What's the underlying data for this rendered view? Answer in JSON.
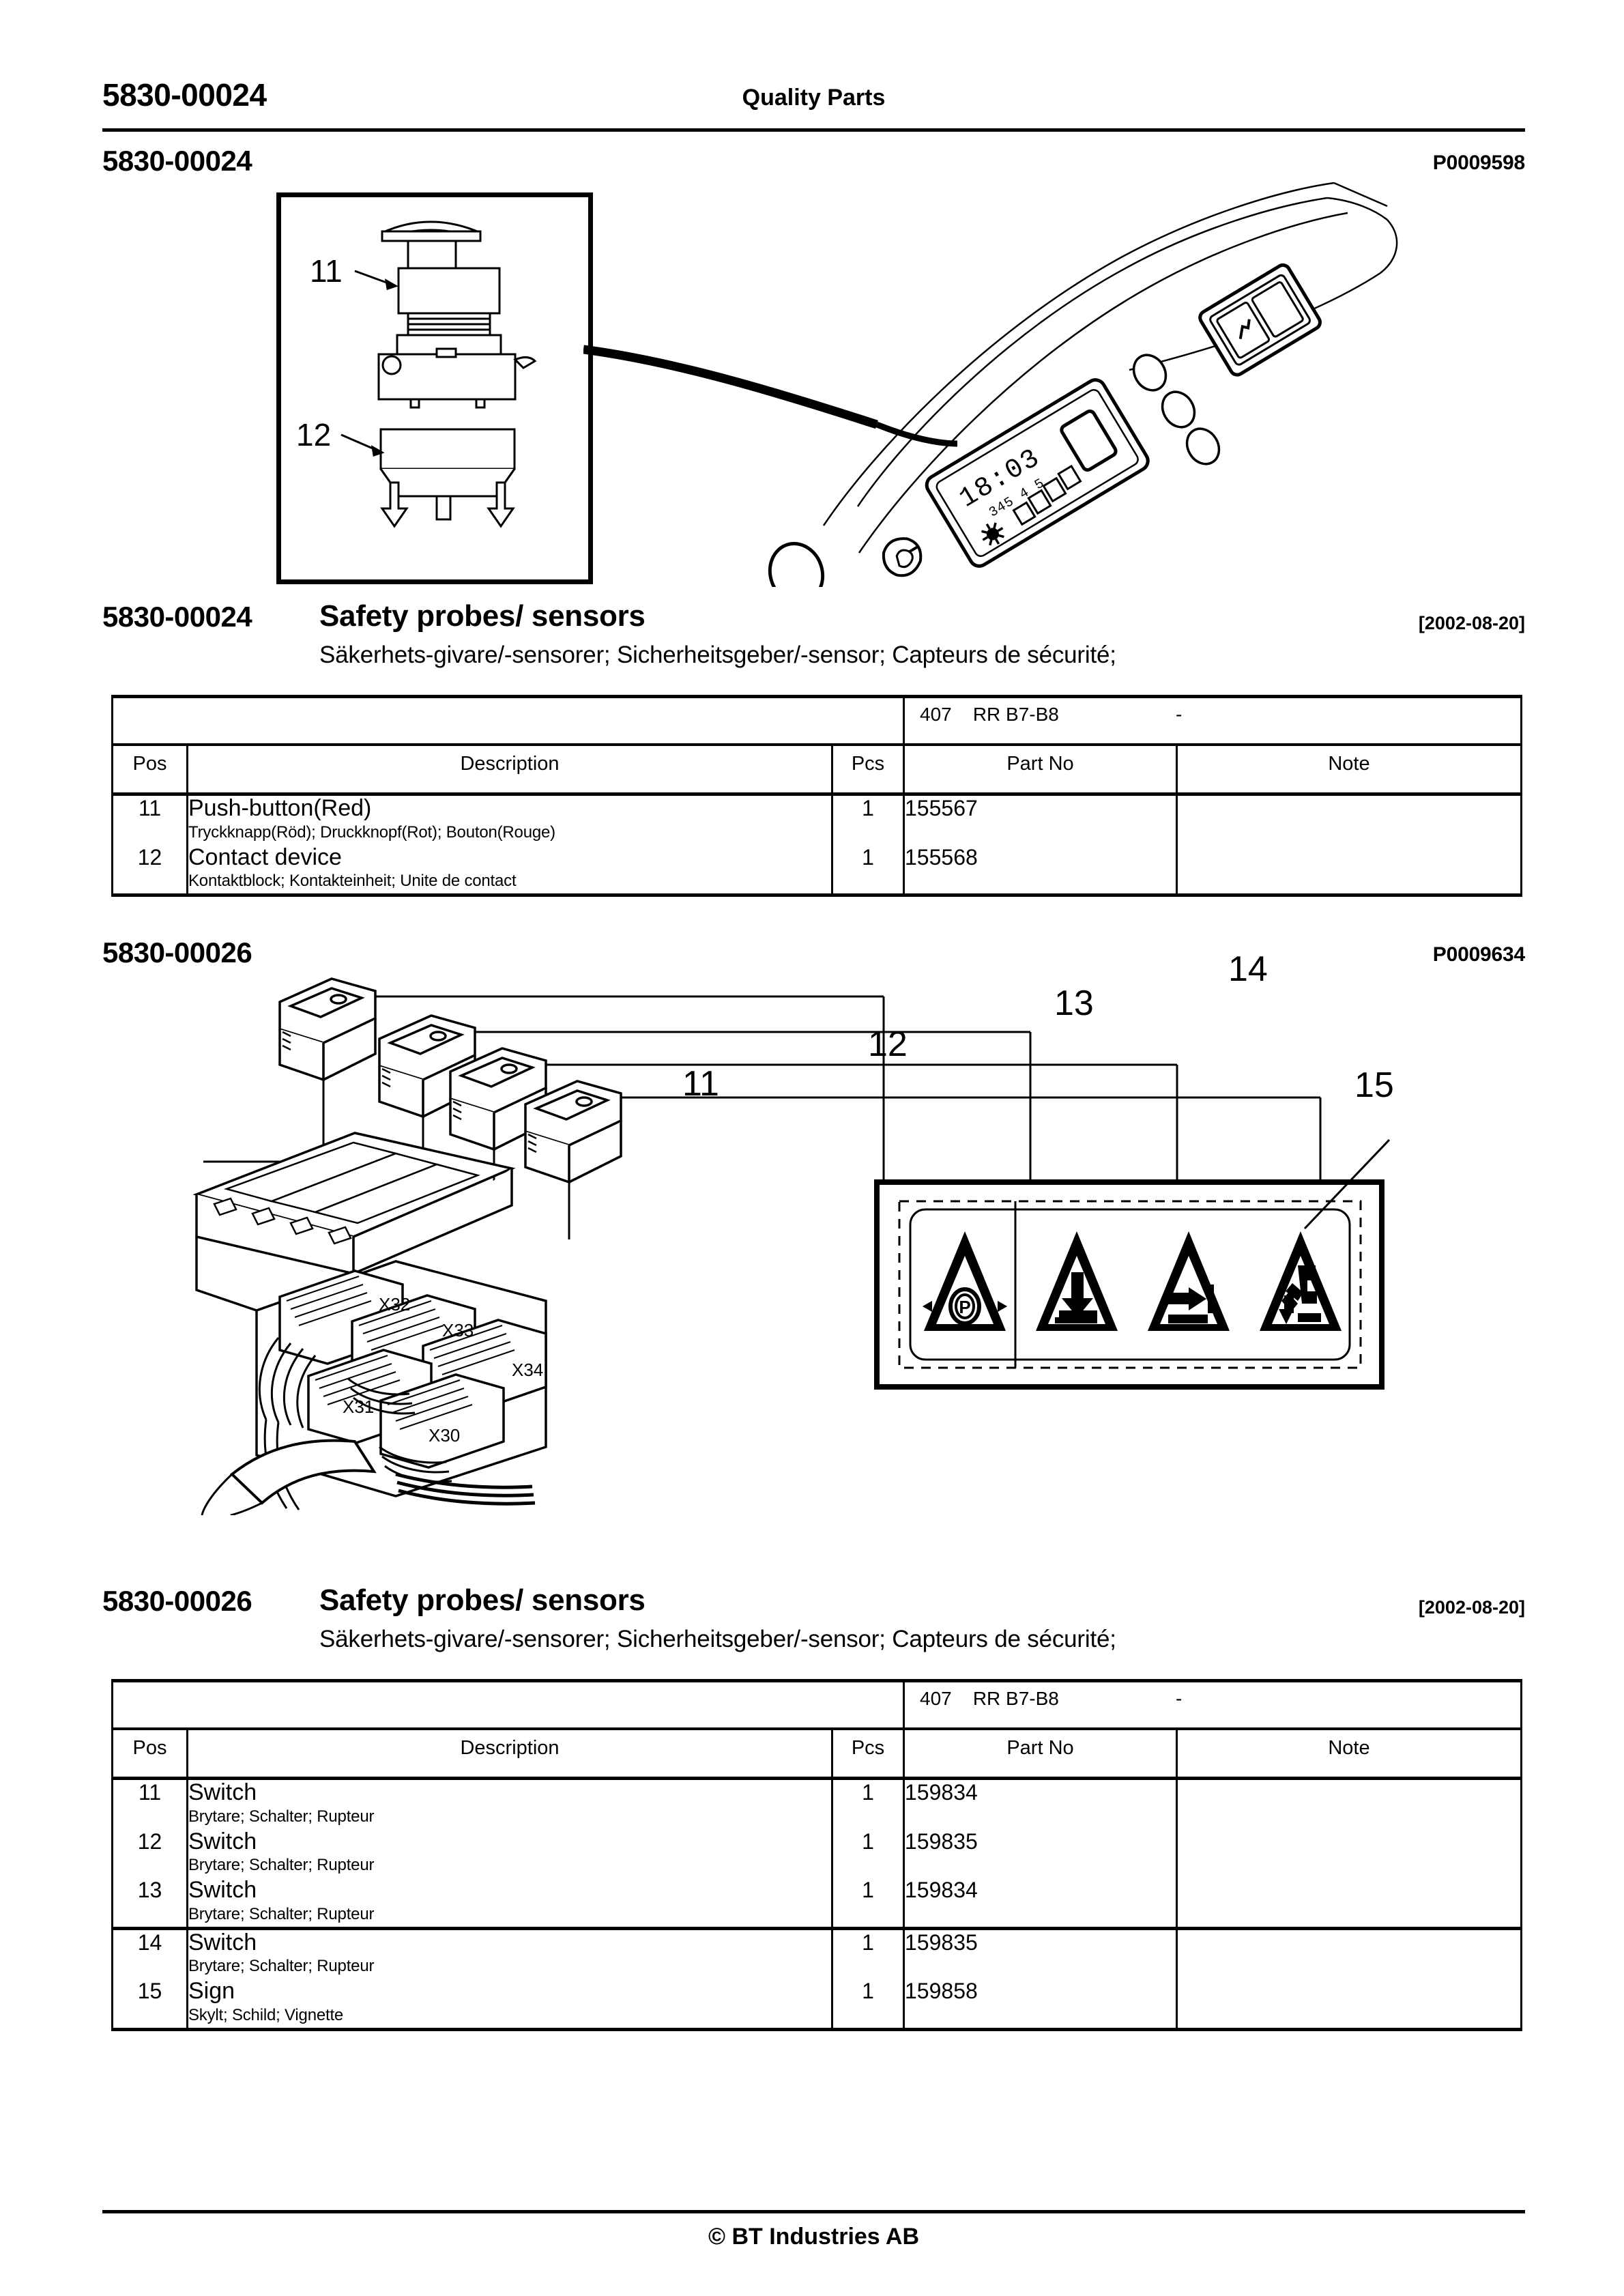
{
  "runhead": {
    "left_code": "5830-00024",
    "center_title": "Quality Parts"
  },
  "footer": {
    "copyright": "© BT Industries AB"
  },
  "sections": [
    {
      "id": "sec-5830-00024",
      "section_code": "5830-00024",
      "figure_ref": "P0009598",
      "title_code": "5830-00024",
      "title_main": "Safety probes/ sensors",
      "title_date": "[2002-08-20]",
      "title_sub": "Säkerhets-givare/-sensorer; Sicherheitsgeber/-sensor; Capteurs de sécurité;",
      "model_header": "407    RR B7-B8                      -",
      "columns": [
        "Pos",
        "Description",
        "Pcs",
        "Part No",
        "Note"
      ],
      "rows": [
        {
          "pos": "11",
          "desc_en": "Push-button(Red)",
          "desc_multi": "Tryckknapp(Röd); Druckknopf(Rot); Bouton(Rouge)",
          "pcs": "1",
          "part_no": "155567",
          "note": ""
        },
        {
          "pos": "12",
          "desc_en": "Contact device",
          "desc_multi": "Kontaktblock; Kontakteinheit; Unite de contact",
          "pcs": "1",
          "part_no": "155568",
          "note": ""
        }
      ],
      "illustration": {
        "callouts": [
          "11",
          "12"
        ],
        "display_time": "18:03",
        "parts_depicted": [
          "mushroom push-button",
          "contact block",
          "dashboard control panel"
        ]
      }
    },
    {
      "id": "sec-5830-00026",
      "section_code": "5830-00026",
      "figure_ref": "P0009634",
      "title_code": "5830-00026",
      "title_main": "Safety probes/ sensors",
      "title_date": "[2002-08-20]",
      "title_sub": "Säkerhets-givare/-sensorer; Sicherheitsgeber/-sensor; Capteurs de sécurité;",
      "model_header": "407    RR B7-B8                      -",
      "columns": [
        "Pos",
        "Description",
        "Pcs",
        "Part No",
        "Note"
      ],
      "rows": [
        {
          "pos": "11",
          "desc_en": "Switch",
          "desc_multi": "Brytare; Schalter; Rupteur",
          "pcs": "1",
          "part_no": "159834",
          "note": ""
        },
        {
          "pos": "12",
          "desc_en": "Switch",
          "desc_multi": "Brytare; Schalter; Rupteur",
          "pcs": "1",
          "part_no": "159835",
          "note": ""
        },
        {
          "pos": "13",
          "desc_en": "Switch",
          "desc_multi": "Brytare; Schalter; Rupteur",
          "pcs": "1",
          "part_no": "159834",
          "note": ""
        },
        {
          "pos": "14",
          "desc_en": "Switch",
          "desc_multi": "Brytare; Schalter; Rupteur",
          "pcs": "1",
          "part_no": "159835",
          "note": ""
        },
        {
          "pos": "15",
          "desc_en": "Sign",
          "desc_multi": "Skylt; Schild; Vignette",
          "pcs": "1",
          "part_no": "159858",
          "note": ""
        }
      ],
      "illustration": {
        "callouts": [
          "11",
          "12",
          "13",
          "14",
          "15"
        ],
        "connector_labels": [
          "X31",
          "X32",
          "X33",
          "X34",
          "X30"
        ],
        "sign_symbols": [
          "parking-brake-warning",
          "lower-fork-warning",
          "sideshift-warning",
          "tilt-operator-warning"
        ]
      }
    }
  ]
}
